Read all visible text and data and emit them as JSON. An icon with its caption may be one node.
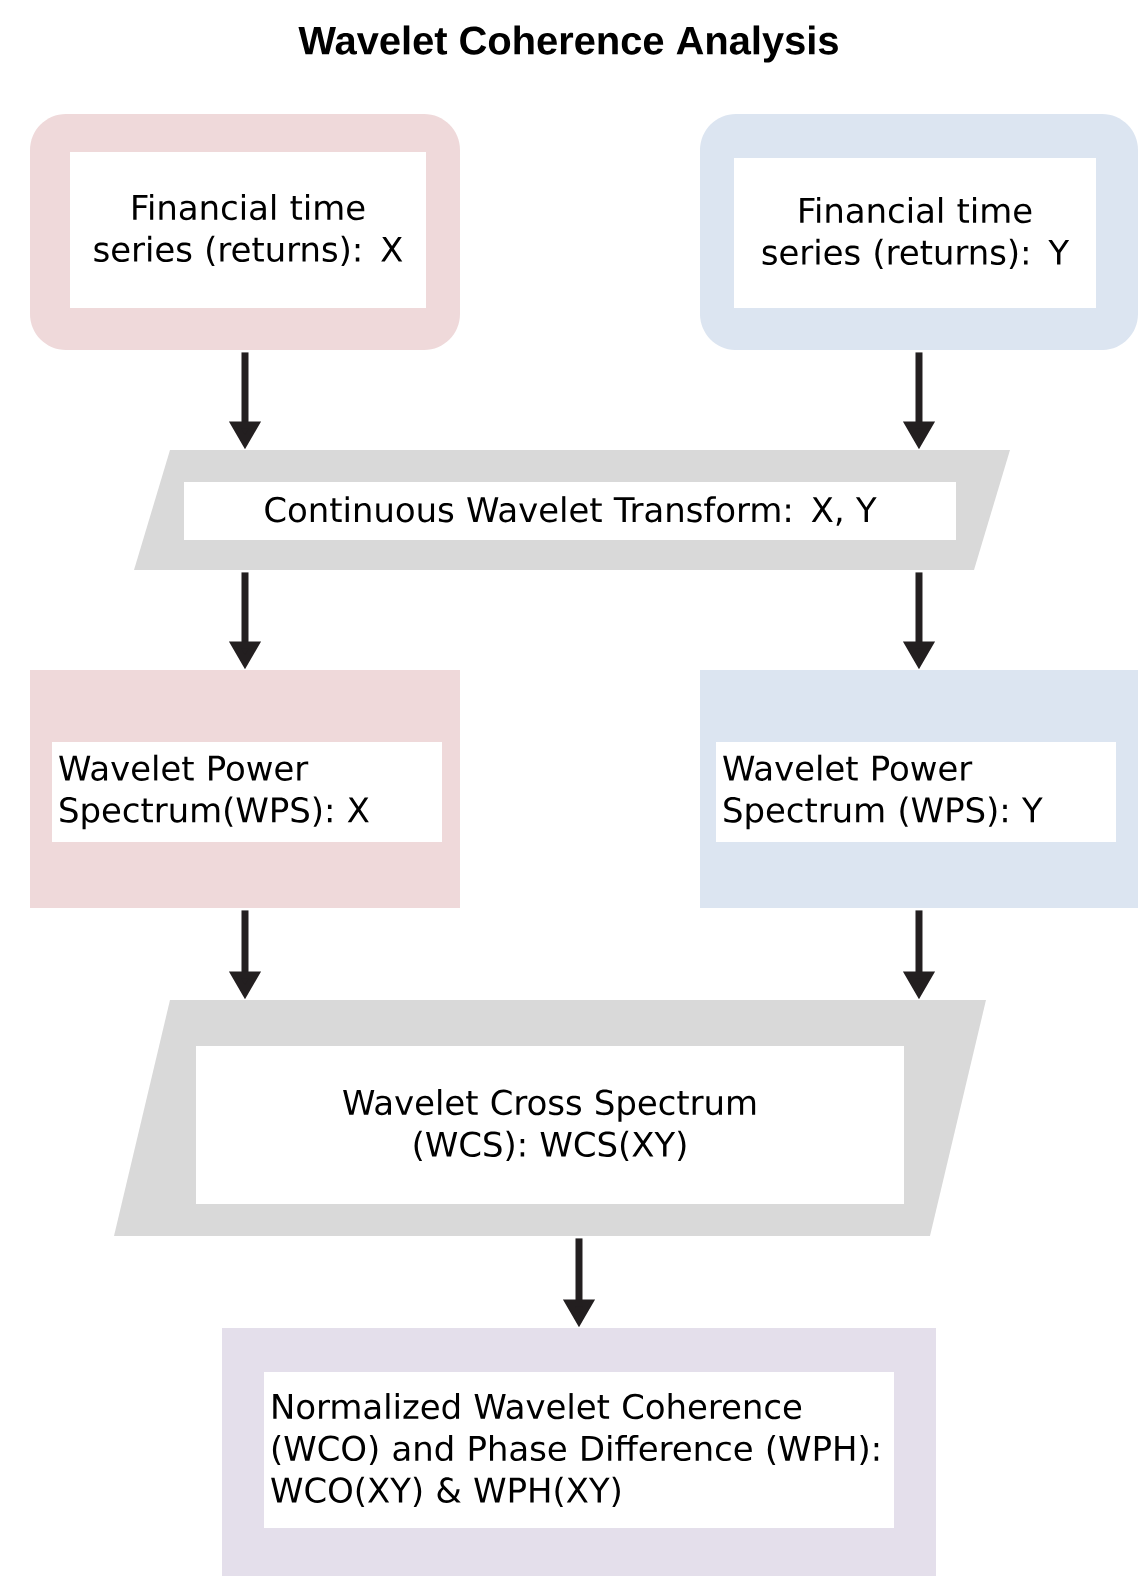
{
  "diagram": {
    "title": "Wavelet Coherence Analysis",
    "nodes": [
      {
        "text": [
          "Financial time series (returns): X"
        ]
      },
      {
        "text": [
          "Financial time series (returns): Y"
        ]
      },
      {
        "text": [
          "Continuous Wavelet Transform: X, Y"
        ]
      },
      {
        "text": [
          "Wavelet Power Spectrum(WPS): X"
        ]
      },
      {
        "text": [
          "Wavelet Power Spectrum (WPS): Y"
        ]
      },
      {
        "text": [
          "Wavelet Cross Spectrum (WCS): WCS(XY)"
        ]
      },
      {
        "text": [
          "Normalized Wavelet Coherence (WCO) and Phase Difference (WPH): WCO(XY) & WPH(XY)"
        ]
      }
    ],
    "edges": [
      {
        "from": 0,
        "to": 2,
        "arrow": "to"
      },
      {
        "from": 1,
        "to": 2,
        "arrow": "to"
      },
      {
        "from": 2,
        "to": 3,
        "arrow": "to"
      },
      {
        "from": 2,
        "to": 4,
        "arrow": "to"
      },
      {
        "from": 3,
        "to": 5,
        "arrow": "to"
      },
      {
        "from": 4,
        "to": 5,
        "arrow": "to"
      },
      {
        "from": 5,
        "to": 6,
        "arrow": "to"
      }
    ]
  }
}
